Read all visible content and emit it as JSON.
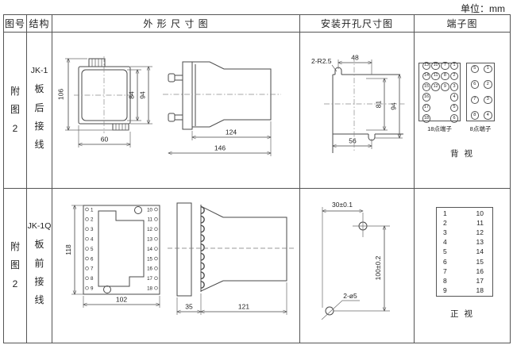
{
  "unit_label": "单位：mm",
  "header": {
    "col_figure": "图号",
    "col_structure": "结构",
    "col_outline": "外 形 尺 寸 图",
    "col_install": "安装开孔尺寸图",
    "col_terminal": "端子图"
  },
  "rows": [
    {
      "figure_no": "附图2",
      "model": "JK-1",
      "mounting": "板后接线",
      "outline_dims": {
        "height_overall": "106",
        "height_inner": "84",
        "height_case": "94",
        "width": "60",
        "depth_body": "124",
        "depth_overall": "146"
      },
      "install_dims": {
        "slot_label": "2-R2.5",
        "top_offset": "48",
        "inner_height": "81",
        "outer_height": "94",
        "bottom_width": "56"
      },
      "terminals": {
        "grid18": {
          "label": "18点端子",
          "rows": [
            [
              "13",
              "10",
              "7",
              "1"
            ],
            [
              "14",
              "11",
              "8",
              "2"
            ],
            [
              "15",
              "12",
              "9",
              "3"
            ],
            [
              "16",
              "",
              "",
              "4"
            ],
            [
              "17",
              "",
              "",
              "5"
            ],
            [
              "18",
              "",
              "",
              "6"
            ]
          ]
        },
        "grid8": {
          "label": "8点端子",
          "rows": [
            [
              "5",
              "1"
            ],
            [
              "6",
              "2"
            ],
            [
              "7",
              "3"
            ],
            [
              "8",
              "4"
            ]
          ]
        },
        "view_label": "背 视"
      }
    },
    {
      "figure_no": "附图2",
      "model": "JK-1Q",
      "mounting": "板前接线",
      "outline_dims": {
        "height": "118",
        "width": "102",
        "panel_depth": "35",
        "body_depth": "121"
      },
      "front_pins_left": [
        "1",
        "2",
        "3",
        "4",
        "5",
        "6",
        "7",
        "8",
        "9"
      ],
      "front_pins_right": [
        "10",
        "11",
        "12",
        "13",
        "14",
        "15",
        "16",
        "17",
        "18"
      ],
      "install_dims": {
        "hole_spacing_x": "30±0.1",
        "hole_spacing_y": "100±0.2",
        "hole_label": "2-ø5"
      },
      "terminals": {
        "grid": {
          "rows": [
            [
              "1",
              "10"
            ],
            [
              "2",
              "11"
            ],
            [
              "3",
              "12"
            ],
            [
              "4",
              "13"
            ],
            [
              "5",
              "14"
            ],
            [
              "6",
              "15"
            ],
            [
              "7",
              "16"
            ],
            [
              "8",
              "17"
            ],
            [
              "9",
              "18"
            ]
          ]
        },
        "view_label": "正 视"
      }
    }
  ]
}
